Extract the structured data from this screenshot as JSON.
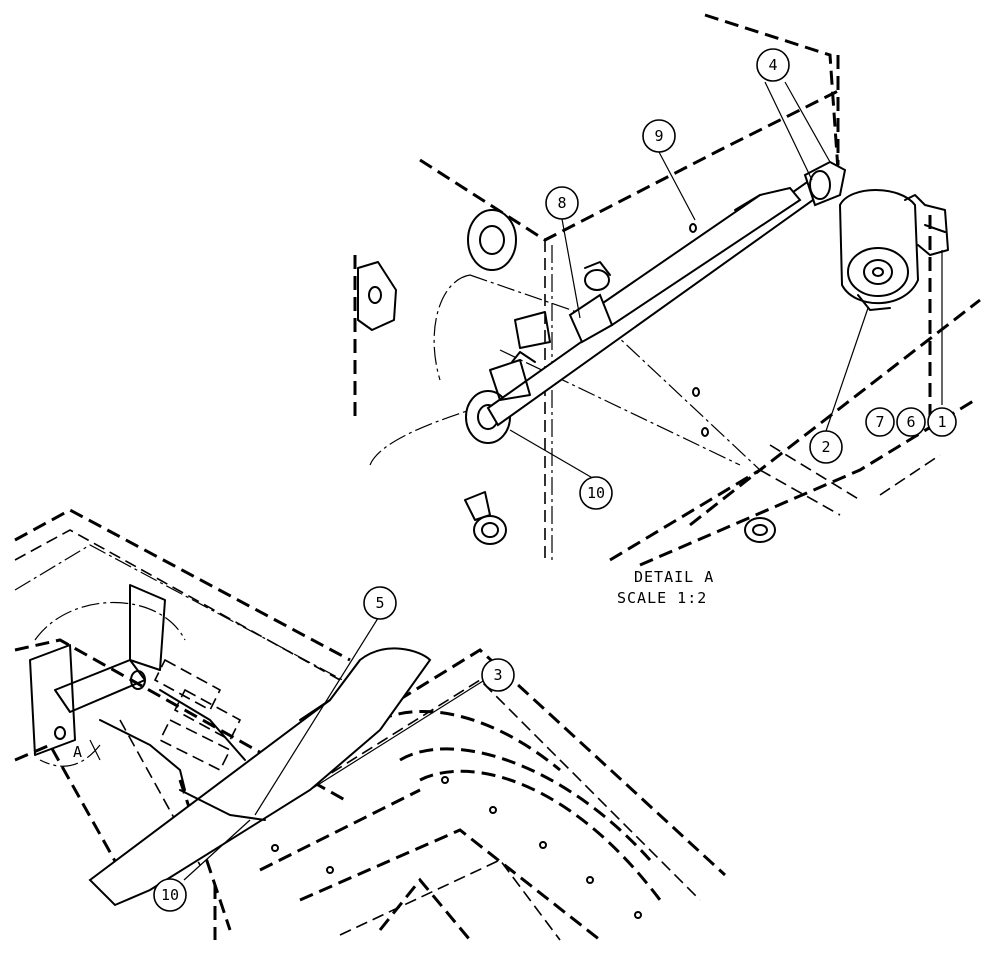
{
  "detail": {
    "title": "DETAIL  A",
    "scale": "SCALE  1:2",
    "view_marker": "A"
  },
  "balloons": {
    "b1": "1",
    "b2": "2",
    "b3": "3",
    "b4": "4",
    "b5": "5",
    "b6": "6",
    "b7": "7",
    "b8": "8",
    "b9": "9",
    "b10_detail": "10",
    "b10_main": "10"
  }
}
